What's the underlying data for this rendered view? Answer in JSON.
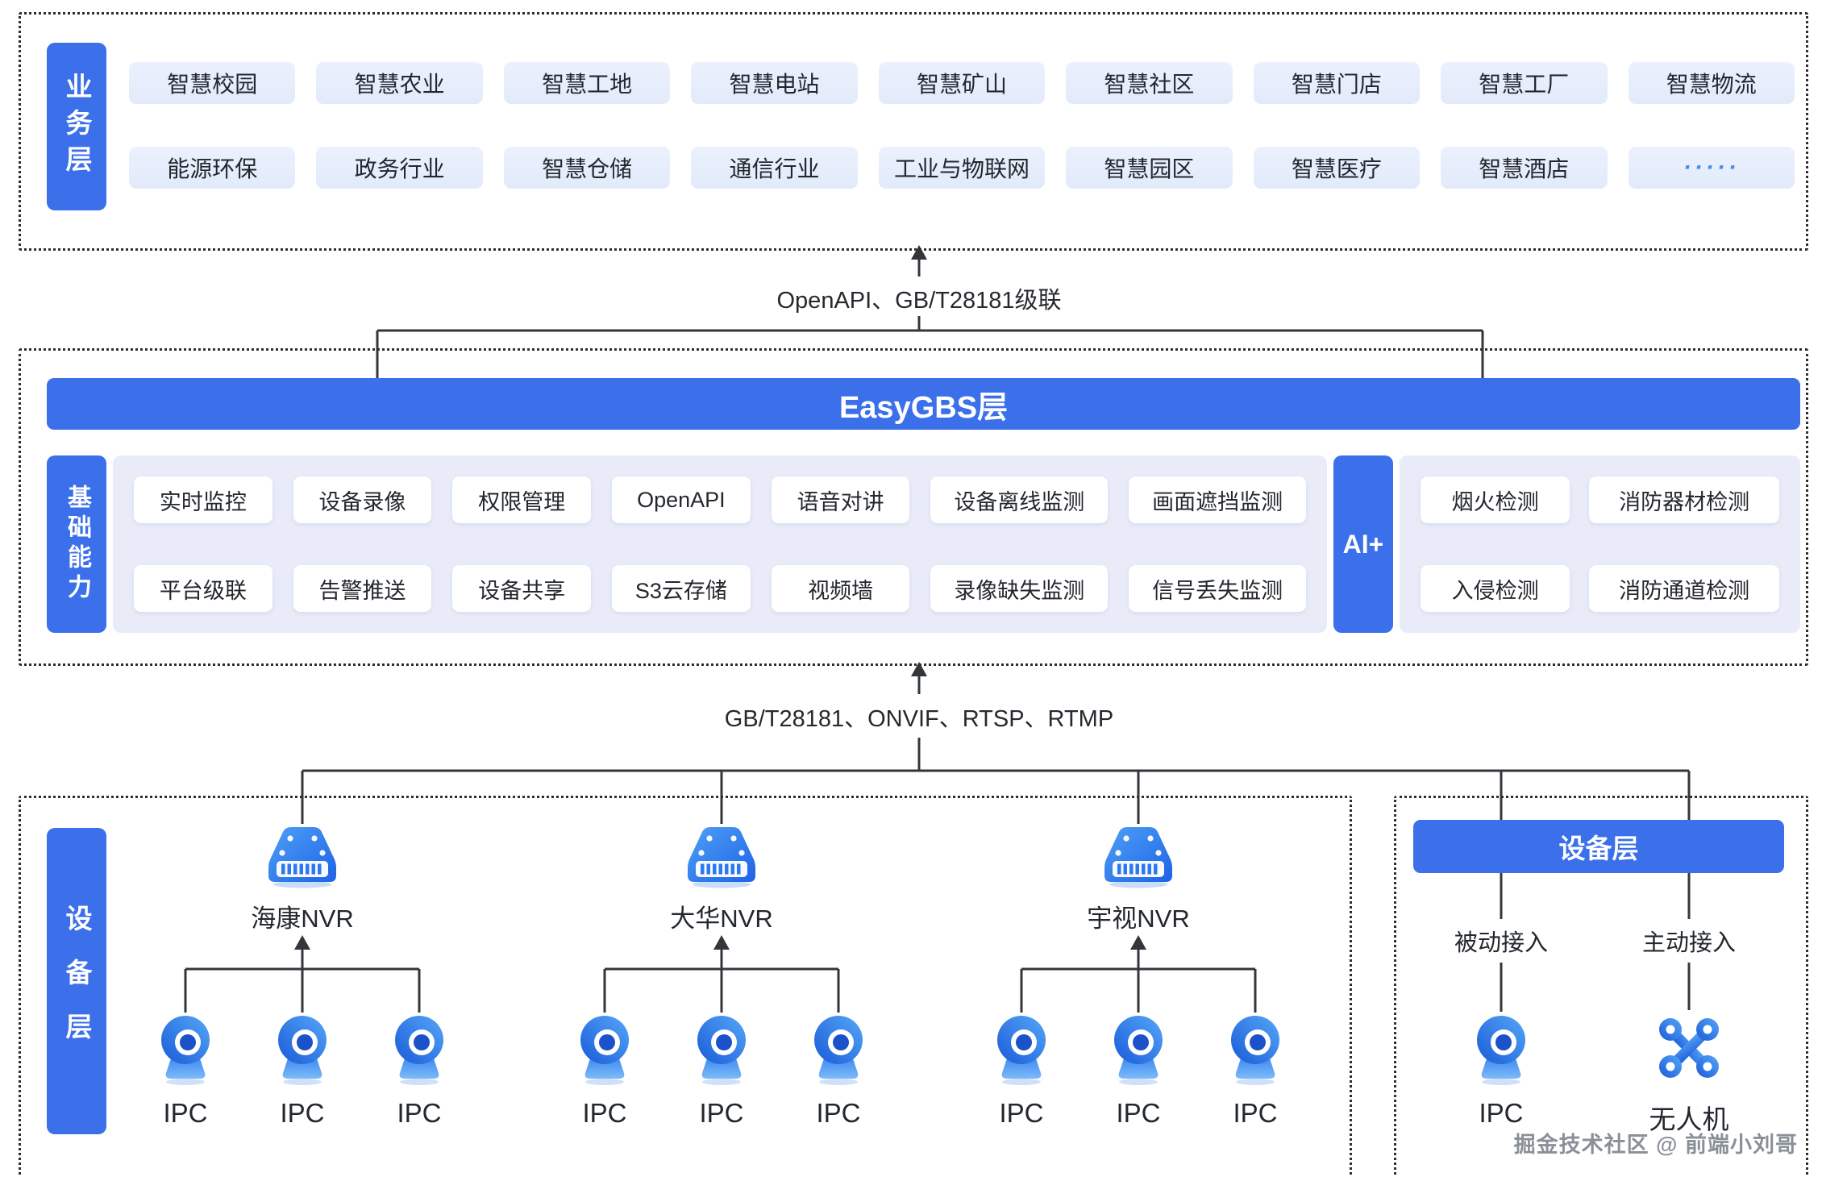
{
  "colors": {
    "accent": "#3B70EA",
    "panel_bg": "#E9ECF8",
    "chip_bg": "#E7EDFB",
    "line": "#33363B",
    "text": "#23272E",
    "dots_blue": "#3F8DF1",
    "watermark_gray": "#8A9098"
  },
  "business_layer": {
    "label": "业务层",
    "row1": [
      "智慧校园",
      "智慧农业",
      "智慧工地",
      "智慧电站",
      "智慧矿山",
      "智慧社区",
      "智慧门店",
      "智慧工厂",
      "智慧物流"
    ],
    "row2": [
      "能源环保",
      "政务行业",
      "智慧仓储",
      "通信行业",
      "工业与物联网",
      "智慧园区",
      "智慧医疗",
      "智慧酒店",
      "·····"
    ]
  },
  "connectors": {
    "top_label": "OpenAPI、GB/T28181级联",
    "bottom_label": "GB/T28181、ONVIF、RTSP、RTMP"
  },
  "platform_layer": {
    "bar_title": "EasyGBS层",
    "label": "基础能力",
    "features_row1": [
      "实时监控",
      "设备录像",
      "权限管理",
      "OpenAPI",
      "语音对讲",
      "设备离线监测",
      "画面遮挡监测"
    ],
    "features_row2": [
      "平台级联",
      "告警推送",
      "设备共享",
      "S3云存储",
      "视频墙",
      "录像缺失监测",
      "信号丢失监测"
    ],
    "ai_label": "AI+",
    "ai_features_row1": [
      "烟火检测",
      "消防器材检测"
    ],
    "ai_features_row2": [
      "入侵检测",
      "消防通道检测"
    ]
  },
  "device_layer": {
    "label": "设备层",
    "nvr_groups": [
      {
        "name": "海康NVR",
        "cameras": [
          "IPC",
          "IPC",
          "IPC"
        ]
      },
      {
        "name": "大华NVR",
        "cameras": [
          "IPC",
          "IPC",
          "IPC"
        ]
      },
      {
        "name": "宇视NVR",
        "cameras": [
          "IPC",
          "IPC",
          "IPC"
        ]
      }
    ],
    "right_panel": {
      "title": "设备层",
      "columns": [
        {
          "mode": "被动接入",
          "device": "IPC"
        },
        {
          "mode": "主动接入",
          "device": "无人机"
        }
      ]
    }
  },
  "watermark": "掘金技术社区 @ 前端小刘哥"
}
